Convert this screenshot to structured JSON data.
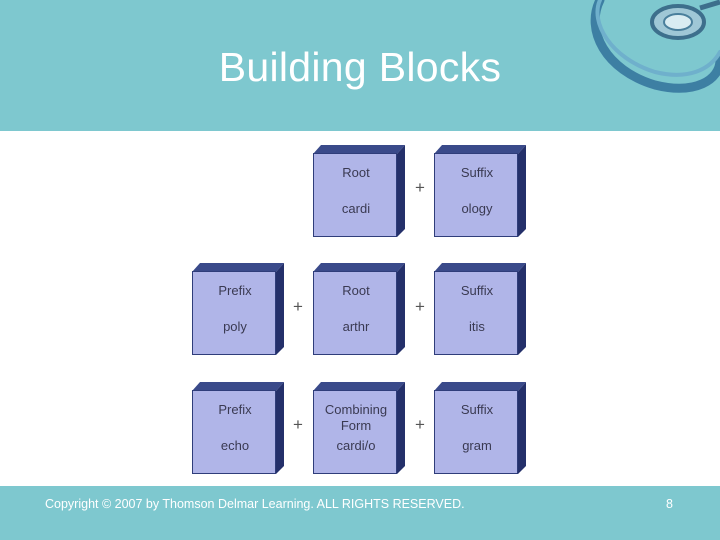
{
  "header": {
    "title": "Building Blocks"
  },
  "footer": {
    "copyright": "Copyright © 2007 by Thomson Delmar Learning. ALL RIGHTS RESERVED.",
    "page_number": "8"
  },
  "diagram": {
    "plus": "+",
    "row1": {
      "root": {
        "label": "Root",
        "value": "cardi"
      },
      "suffix": {
        "label": "Suffix",
        "value": "ology"
      }
    },
    "row2": {
      "prefix": {
        "label": "Prefix",
        "value": "poly"
      },
      "root": {
        "label": "Root",
        "value": "arthr"
      },
      "suffix": {
        "label": "Suffix",
        "value": "itis"
      }
    },
    "row3": {
      "prefix": {
        "label": "Prefix",
        "value": "echo"
      },
      "combining": {
        "label_line1": "Combining",
        "label_line2": "Form",
        "value": "cardi/o"
      },
      "suffix": {
        "label": "Suffix",
        "value": "gram"
      }
    }
  },
  "colors": {
    "header_bg": "#7ec8cf",
    "block_face": "#b0b5e8",
    "block_edge": "#2f3d7a"
  }
}
